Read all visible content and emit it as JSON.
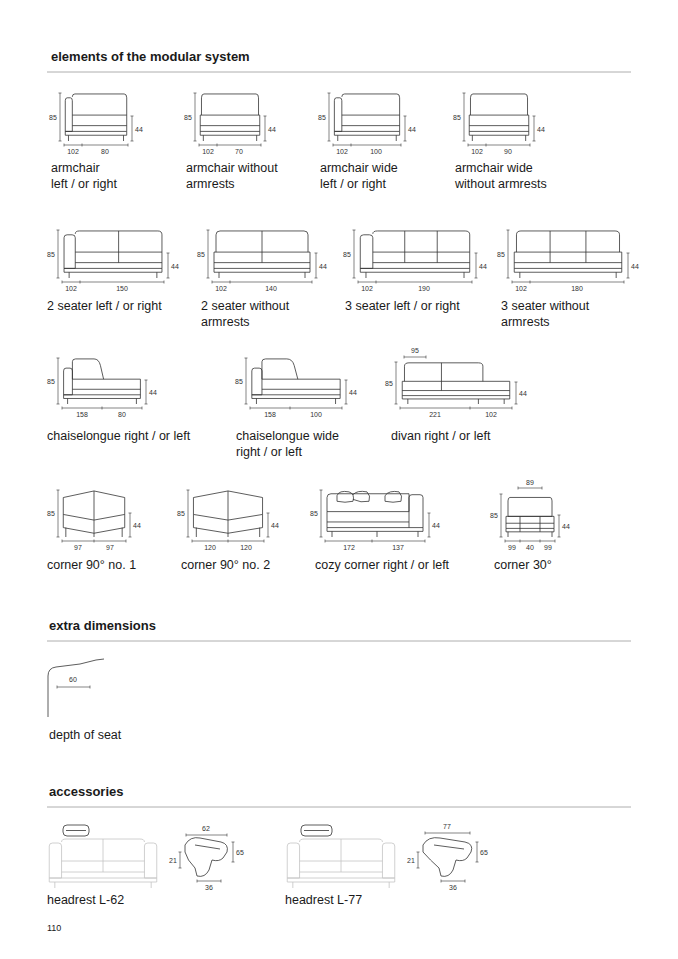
{
  "diagram": {
    "title": "elements of the modular system",
    "labels": [
      "85",
      "44",
      "102",
      "80",
      "armchair left / or right",
      "85",
      "44",
      "102",
      "70",
      "armchair without armrests",
      "85",
      "44",
      "102",
      "100",
      "armchair wide left / or right",
      "85",
      "44",
      "102",
      "90",
      "armchair wide without armrests",
      "85",
      "44",
      "102",
      "150",
      "2 seater left / or right",
      "85",
      "44",
      "102",
      "140",
      "2 seater without armrests",
      "85",
      "44",
      "102",
      "190",
      "3 seater left / or right",
      "85",
      "44",
      "102",
      "180",
      "3 seater without armrests",
      "85",
      "44",
      "158",
      "80",
      "chaiselongue right / or left",
      "85",
      "44",
      "158",
      "100",
      "chaiselongue wide right / or left",
      "95",
      "85",
      "44",
      "221",
      "102",
      "divan right / or left",
      "85",
      "44",
      "97",
      "97",
      "corner 90° no. 1",
      "85",
      "44",
      "120",
      "120",
      "corner 90° no. 2",
      "85",
      "44",
      "172",
      "137",
      "cozy corner right / or left",
      "89",
      "85",
      "44",
      "99",
      "40",
      "99",
      "corner 30°",
      "extra dimensions",
      "60",
      "depth of seat",
      "accessories",
      "62",
      "65",
      "21",
      "36",
      "headrest L-62",
      "77",
      "65",
      "21",
      "36",
      "headrest L-77",
      "110"
    ]
  }
}
